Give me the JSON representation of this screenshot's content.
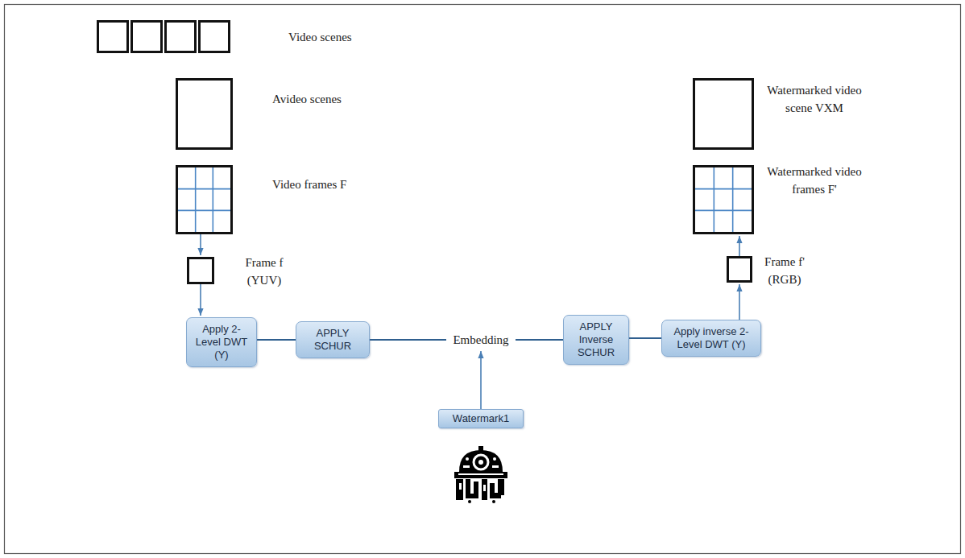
{
  "diagram": {
    "nodes": [
      {
        "text": [
          "Video scenes"
        ]
      },
      {
        "text": [
          "Avideo scenes"
        ]
      },
      {
        "text": [
          "Video frames F"
        ]
      },
      {
        "text": [
          "Frame f (YUV)"
        ]
      },
      {
        "text": [
          "Apply 2-Level DWT (Y)"
        ]
      },
      {
        "text": [
          "APPLY SCHUR"
        ]
      },
      {
        "text": [
          "Embedding"
        ]
      },
      {
        "text": [
          "APPLY Inverse SCHUR"
        ]
      },
      {
        "text": [
          "Apply inverse 2-Level DWT (Y)"
        ]
      },
      {
        "text": [
          "Watermark1"
        ]
      },
      {
        "text": [
          "Frame f' (RGB)"
        ]
      },
      {
        "text": [
          "Watermarked video frames F'"
        ]
      },
      {
        "text": [
          "Watermarked video scene VXM"
        ]
      }
    ],
    "edges": [
      {
        "from": 2,
        "to": 3,
        "arrow": "to"
      },
      {
        "from": 3,
        "to": 4,
        "arrow": "to"
      },
      {
        "from": 4,
        "to": 5,
        "arrow": "none"
      },
      {
        "from": 5,
        "to": 6,
        "arrow": "none"
      },
      {
        "from": 6,
        "to": 7,
        "arrow": "none"
      },
      {
        "from": 7,
        "to": 8,
        "arrow": "none"
      },
      {
        "from": 8,
        "to": 10,
        "arrow": "to"
      },
      {
        "from": 10,
        "to": 11,
        "arrow": "to"
      },
      {
        "from": 9,
        "to": 6,
        "arrow": "to"
      }
    ]
  }
}
